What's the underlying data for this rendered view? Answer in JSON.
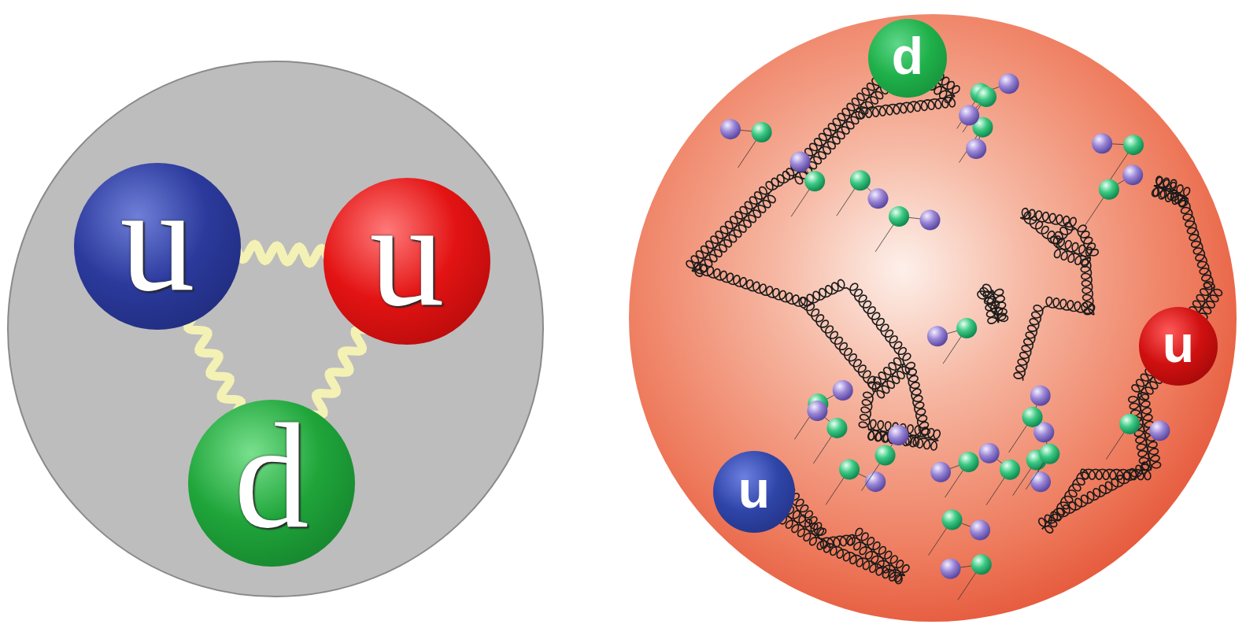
{
  "diagram": {
    "nodes": [
      {
        "text": [
          "u"
        ]
      },
      {
        "text": [
          "u"
        ]
      },
      {
        "text": [
          "d"
        ]
      },
      {
        "text": [
          "d"
        ]
      },
      {
        "text": [
          "u"
        ]
      },
      {
        "text": [
          "u"
        ]
      }
    ],
    "edges": [
      {
        "from": 0,
        "to": 1,
        "arrow": "none"
      },
      {
        "from": 0,
        "to": 2,
        "arrow": "none"
      },
      {
        "from": 1,
        "to": 2,
        "arrow": "none"
      }
    ]
  }
}
